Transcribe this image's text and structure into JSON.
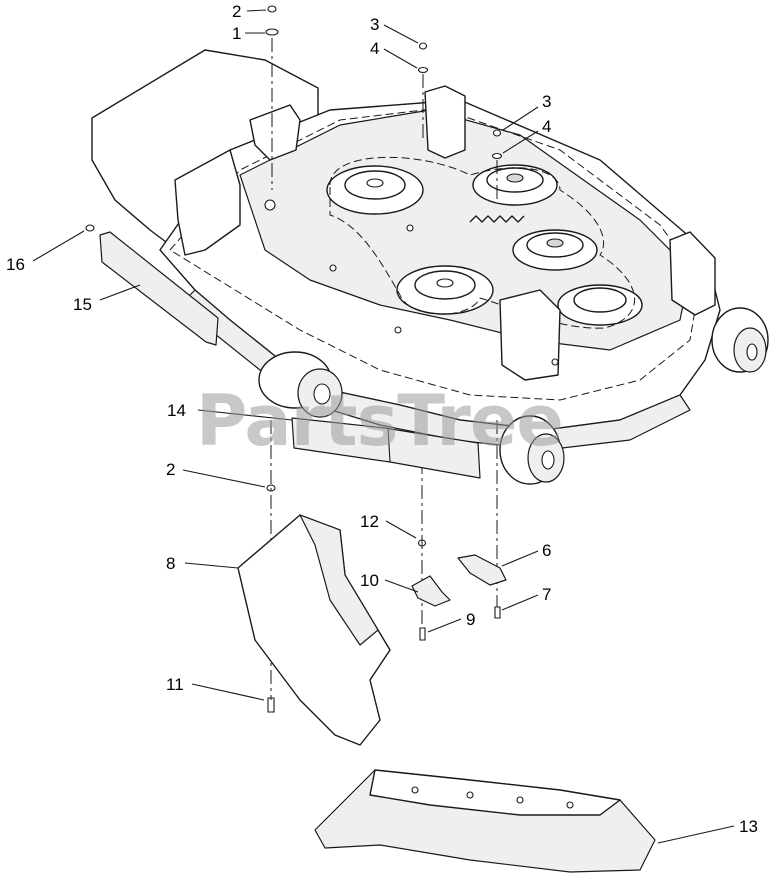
{
  "watermark": "PartsTree",
  "callouts": [
    {
      "id": "c1",
      "label": "1"
    },
    {
      "id": "c2a",
      "label": "2"
    },
    {
      "id": "c3a",
      "label": "3"
    },
    {
      "id": "c4a",
      "label": "4"
    },
    {
      "id": "c3b",
      "label": "3"
    },
    {
      "id": "c4b",
      "label": "4"
    },
    {
      "id": "c16",
      "label": "16"
    },
    {
      "id": "c15",
      "label": "15"
    },
    {
      "id": "c14",
      "label": "14"
    },
    {
      "id": "c2b",
      "label": "2"
    },
    {
      "id": "c12",
      "label": "12"
    },
    {
      "id": "c6",
      "label": "6"
    },
    {
      "id": "c8",
      "label": "8"
    },
    {
      "id": "c10",
      "label": "10"
    },
    {
      "id": "c7",
      "label": "7"
    },
    {
      "id": "c9",
      "label": "9"
    },
    {
      "id": "c11",
      "label": "11"
    },
    {
      "id": "c13",
      "label": "13"
    }
  ]
}
